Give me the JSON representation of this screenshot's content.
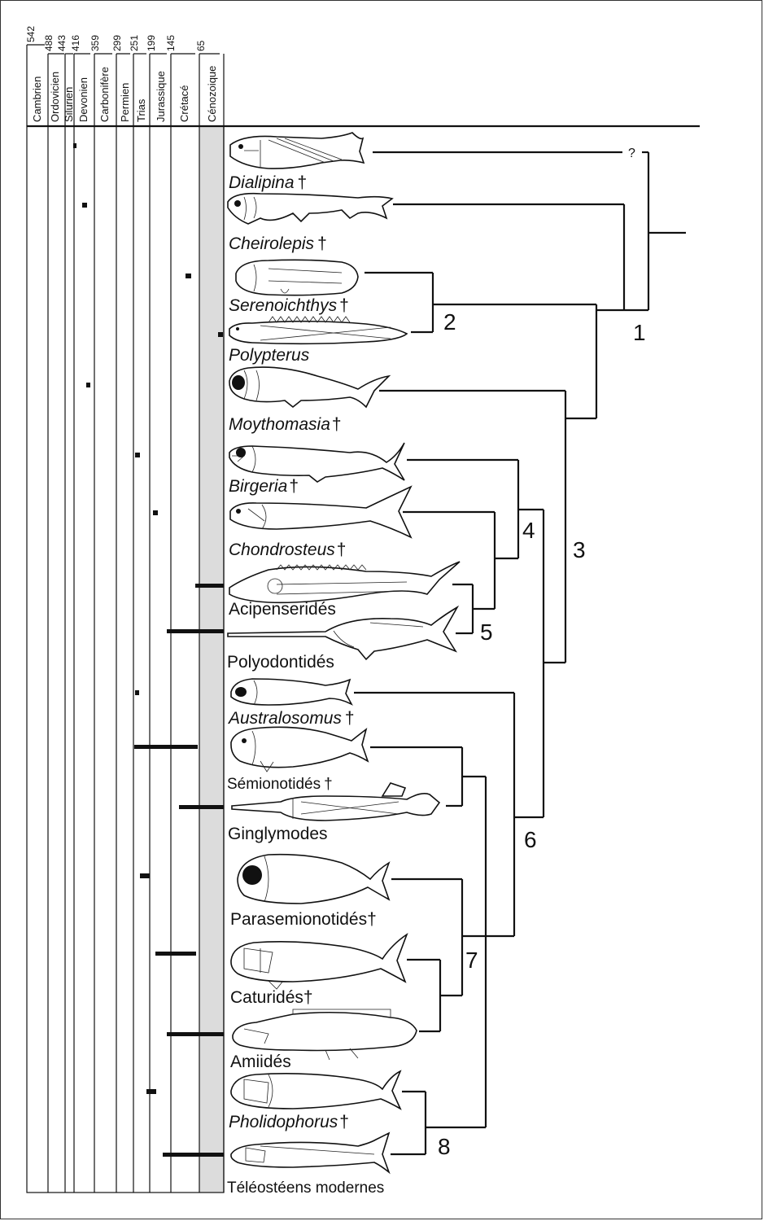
{
  "periods": [
    {
      "name": "Cambrien",
      "age": "542"
    },
    {
      "name": "Ordovicien",
      "age": "488"
    },
    {
      "name": "Silurien",
      "age": "443"
    },
    {
      "name": "Devonien",
      "age": "416"
    },
    {
      "name": "Carbonifère",
      "age": "359"
    },
    {
      "name": "Permien",
      "age": "299"
    },
    {
      "name": "Trias",
      "age": "251"
    },
    {
      "name": "Jurassique",
      "age": "199"
    },
    {
      "name": "Crétacé",
      "age": "145"
    },
    {
      "name": "Cénozoique",
      "age": "65"
    }
  ],
  "taxa": [
    {
      "name": "Dialipina",
      "extinct": "†"
    },
    {
      "name": "Cheirolepis",
      "extinct": "†"
    },
    {
      "name": "Serenoichthys",
      "extinct": "†"
    },
    {
      "name": "Polypterus",
      "extinct": ""
    },
    {
      "name": "Moythomasia",
      "extinct": "†"
    },
    {
      "name": "Birgeria",
      "extinct": "†"
    },
    {
      "name": "Chondrosteus",
      "extinct": "†"
    },
    {
      "name": "Acipenseridés",
      "extinct": ""
    },
    {
      "name": "Polyodontidés",
      "extinct": ""
    },
    {
      "name": "Australosomus",
      "extinct": "†"
    },
    {
      "name": "Sémionotidés",
      "extinct": "†"
    },
    {
      "name": "Ginglymodes",
      "extinct": ""
    },
    {
      "name": "Parasemionotidés",
      "extinct": "†"
    },
    {
      "name": "Caturidés",
      "extinct": "†"
    },
    {
      "name": "Amiidés",
      "extinct": ""
    },
    {
      "name": "Pholidophorus",
      "extinct": "†"
    },
    {
      "name": "Téléostéens modernes",
      "extinct": ""
    }
  ],
  "nodes": [
    "1",
    "2",
    "3",
    "4",
    "5",
    "6",
    "7",
    "8"
  ],
  "uncertain_mark": "?"
}
